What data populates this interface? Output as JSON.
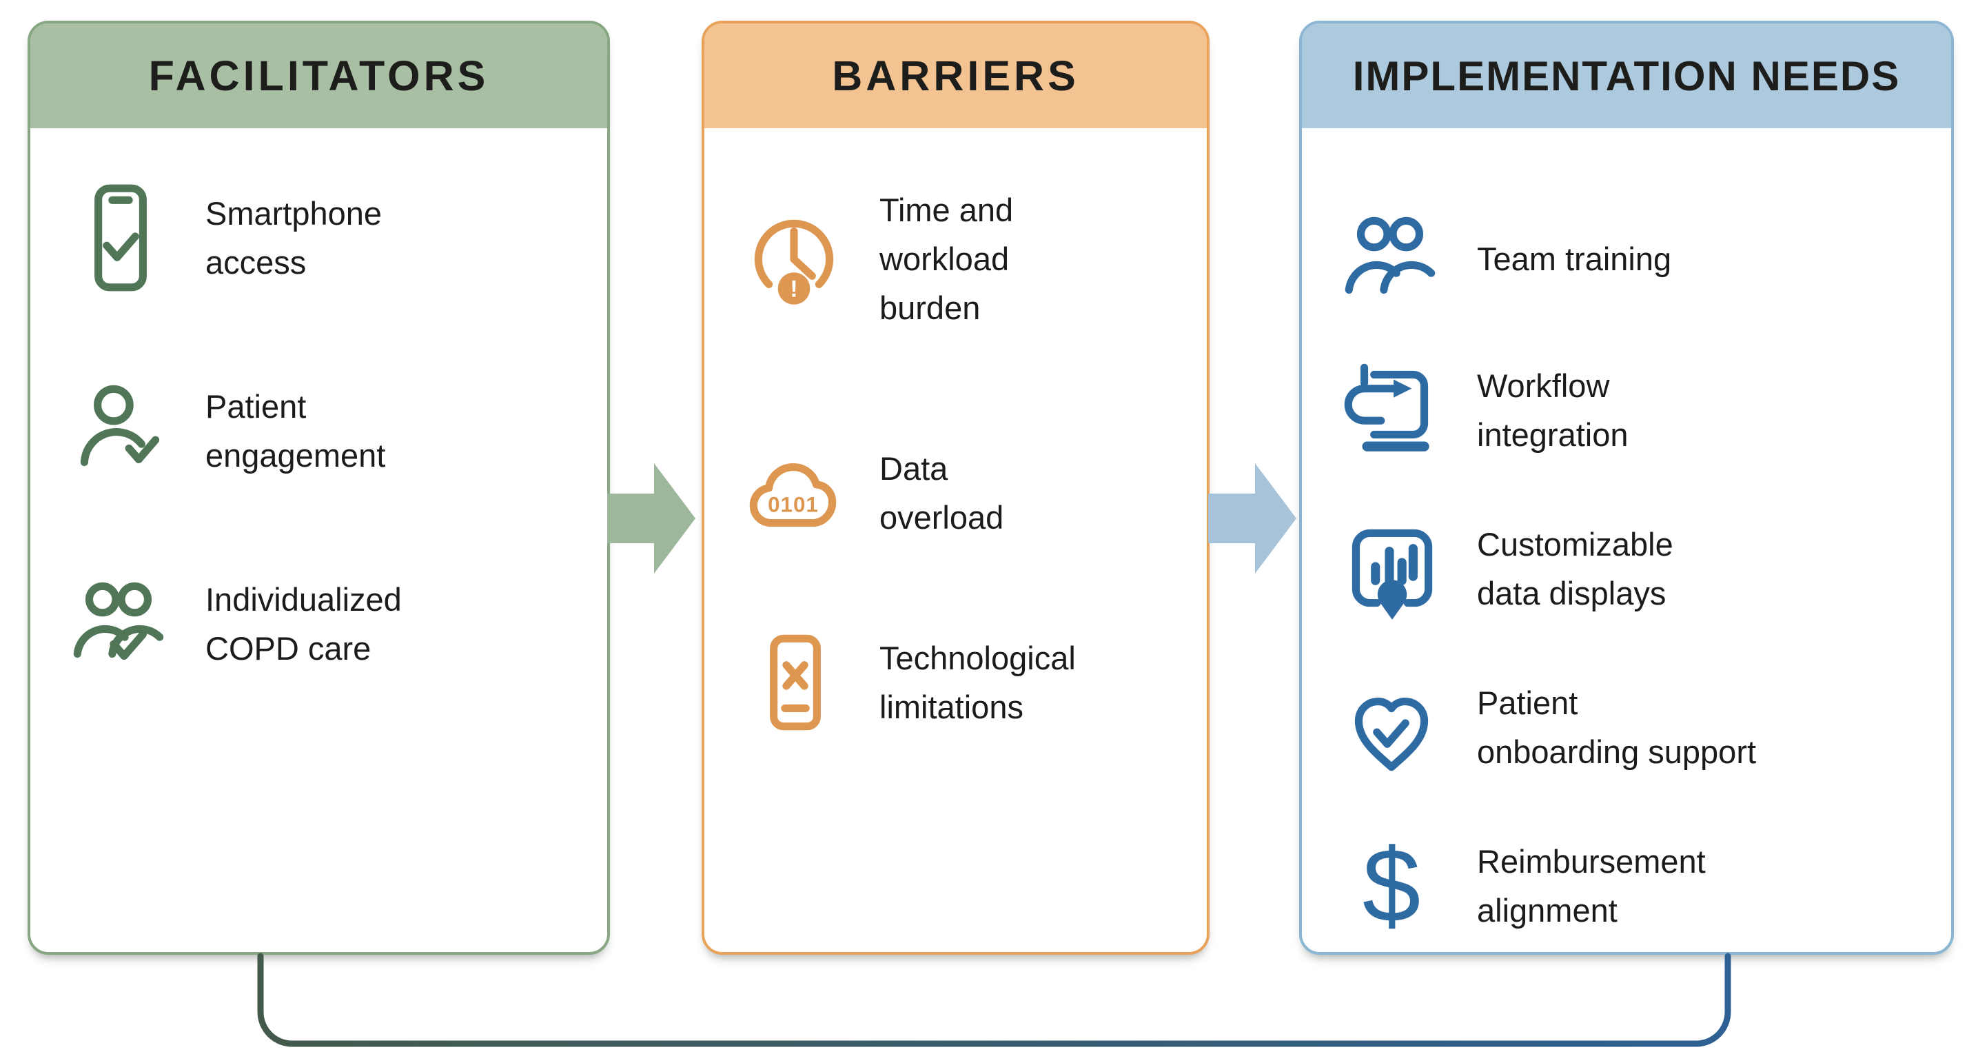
{
  "figure": {
    "background": "#ffffff",
    "text_color": "#1b1b1b",
    "columns": [
      {
        "id": "facilitators",
        "title": "FACILITATORS",
        "colors": {
          "header": "#a9bfa3",
          "border": "#87a682",
          "icon": "#517657"
        },
        "items": [
          {
            "icon": "smartphone-check",
            "label": "Smartphone\naccess"
          },
          {
            "icon": "person-check",
            "label": "Patient\nengagement"
          },
          {
            "icon": "people-check",
            "label": "Individualized\nCOPD care"
          }
        ]
      },
      {
        "id": "barriers",
        "title": "BARRIERS",
        "colors": {
          "header": "#f4c392",
          "border": "#e9a25a",
          "icon": "#de9750"
        },
        "items": [
          {
            "icon": "clock-alert",
            "icon_text": "!",
            "label": "Time and\nworkload\nburden"
          },
          {
            "icon": "cloud-binary",
            "icon_text": "0101",
            "label": "Data\noverload"
          },
          {
            "icon": "tablet-error",
            "label": "Technological\nlimitations"
          }
        ]
      },
      {
        "id": "implementation-needs",
        "title": "IMPLEMENTATION NEEDS",
        "colors": {
          "header": "#adc9dd",
          "border": "#8bb6d3",
          "icon": "#2f6ba3"
        },
        "items": [
          {
            "icon": "people",
            "label": "Team training"
          },
          {
            "icon": "workflow-arrow",
            "label": "Workflow\nintegration"
          },
          {
            "icon": "chart-pin",
            "label": "Customizable\ndata displays"
          },
          {
            "icon": "heart-check",
            "label": "Patient\nonboarding support"
          },
          {
            "icon": "dollar",
            "icon_text": "$",
            "label": "Reimbursement\nalignment"
          }
        ]
      }
    ],
    "arrows": [
      {
        "from": "facilitators",
        "to": "barriers",
        "color": "#9cb79a"
      },
      {
        "from": "barriers",
        "to": "implementation-needs",
        "color": "#a6c3da"
      }
    ],
    "connector": {
      "from": "facilitators",
      "to": "implementation-needs",
      "color_start": "#43594a",
      "color_end": "#2e6093"
    }
  }
}
